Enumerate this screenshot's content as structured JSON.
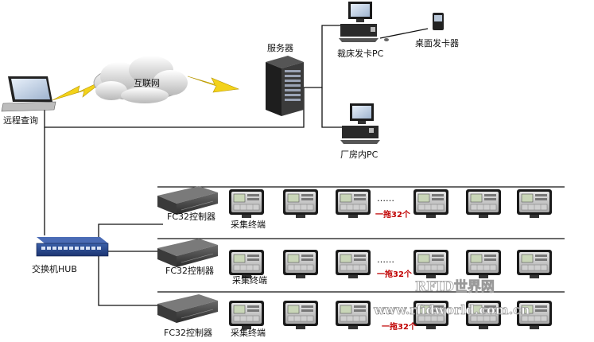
{
  "labels": {
    "remote_query": "远程查询",
    "internet": "互联网",
    "server": "服务器",
    "cutting_pc": "裁床发卡PC",
    "desktop_reader": "桌面发卡器",
    "factory_pc": "厂房内PC",
    "switch_hub": "交换机HUB"
  },
  "rows": [
    {
      "controller": "FC32控制器",
      "terminal": "采集终端",
      "count_note": "一拖32个",
      "dots": "……"
    },
    {
      "controller": "FC32控制器",
      "terminal": "采集终端",
      "count_note": "一拖32个",
      "dots": "……"
    },
    {
      "controller": "FC32控制器",
      "terminal": "采集终端",
      "count_note": "一拖32个",
      "dots": "……"
    }
  ],
  "watermark": {
    "title": "RFID世界网",
    "url": "www.rfidworld.com.cn"
  }
}
